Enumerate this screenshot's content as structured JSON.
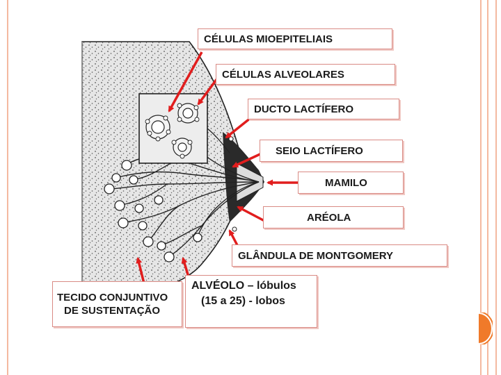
{
  "labels": {
    "mioepiteliais": "CÉLULAS MIOEPITELIAIS",
    "alveolares": "CÉLULAS ALVEOLARES",
    "ducto": "DUCTO LACTÍFERO",
    "seio": "SEIO LACTÍFERO",
    "mamilo": "MAMILO",
    "areola": "ARÉOLA",
    "montgomery": "GLÂNDULA DE MONTGOMERY",
    "tecido_line1": "TECIDO CONJUNTIVO",
    "tecido_line2": "DE SUSTENTAÇÃO",
    "alveolo_line1": "ALVÉOLO – lóbulos",
    "alveolo_line2": "(15 a 25) - lobos"
  },
  "colors": {
    "arrow": "#e11d1d",
    "frame": "#f4b9a0",
    "accent": "#f07a2a",
    "box_border": "#d98a84",
    "tissue": "#e2e2e2",
    "ink": "#222222"
  }
}
